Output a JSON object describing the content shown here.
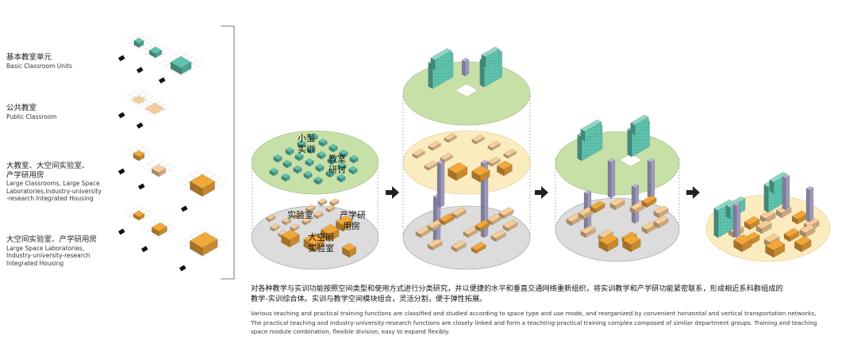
{
  "legend": {
    "basic": {
      "zh": "基本教室单元",
      "en": "Basic Classroom Units"
    },
    "public": {
      "zh": "公共教室",
      "en": "Public Classroom"
    },
    "large": {
      "zh1": "大教室、大空间实验室、",
      "zh2": "产学研用房",
      "en1": "Large Classrooms, Large Space",
      "en2": "Laboratories,Industry-university",
      "en3": "-research Integrated Housing"
    },
    "lab": {
      "zh": "大空间实验室、产学研用房",
      "en1": "Large Space Laboratories,",
      "en2": "Industry-university-research",
      "en3": "Integrated Housing"
    }
  },
  "diagram_labels": {
    "small_room_top": "小型",
    "small_room_bottom": "实训",
    "teach_room_top": "教室",
    "teach_room_bottom": "研讨",
    "lab_label": "实验室",
    "industry_top": "产学研",
    "industry_bottom": "用房",
    "large_space_top": "大空间",
    "large_space_bottom": "实验室"
  },
  "colors": {
    "teal": "#5fc3ae",
    "teal_dark": "#3f9e8a",
    "peach": "#f6cd98",
    "orange": "#f2a73a",
    "lavender": "#b7b4dc",
    "green_disc": "#c6e0a8",
    "gray_disc": "#dcdcdc",
    "yellow_disc": "#fbecc0"
  },
  "caption": {
    "zh_line1": "对各种教学与实训功能按照空间类型和使用方式进行分类研究，并以便捷的水平和垂直交通网络重新组织，将实训教学和产学研功能紧密联系，形成相近系科群组成的",
    "zh_line2": "教学-实训综合体。实训与教学空间模块组合，灵活分割，便于弹性拓展。",
    "en_line1": "Various teaching and practical training functions are classified and studied according to space type and use mode, and reorganized by convenient horizontal and vertical transportation networks,",
    "en_line2": "The practical teaching and industry-university-research functions are closely linked and form a teachting-practical training complex composed of similar department groups. Training and teaching",
    "en_line3": "space module combination, flexible division, easy to expand flexibly."
  }
}
